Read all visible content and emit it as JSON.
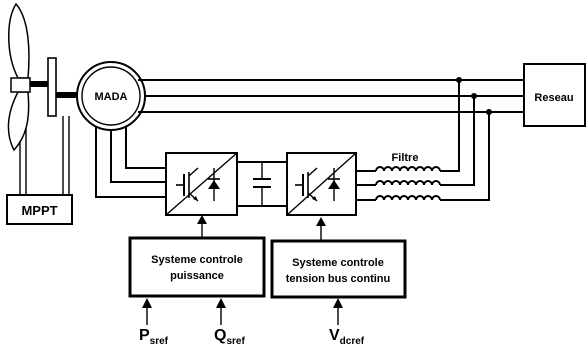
{
  "labels": {
    "mada": "MADA",
    "reseau": "Reseau",
    "mppt": "MPPT",
    "filtre": "Filtre",
    "ctrl_puissance_line1": "Systeme controle",
    "ctrl_puissance_line2": "puissance",
    "ctrl_tension_line1": "Systeme controle",
    "ctrl_tension_line2": "tension bus continu"
  },
  "inputs": {
    "p_main": "P",
    "p_sub": "sref",
    "q_main": "Q",
    "q_sub": "sref",
    "v_main": "V",
    "v_sub": "dcref"
  },
  "colors": {
    "line": "#000000",
    "blade": "#ffffff",
    "hub": "#cfcfcf"
  }
}
